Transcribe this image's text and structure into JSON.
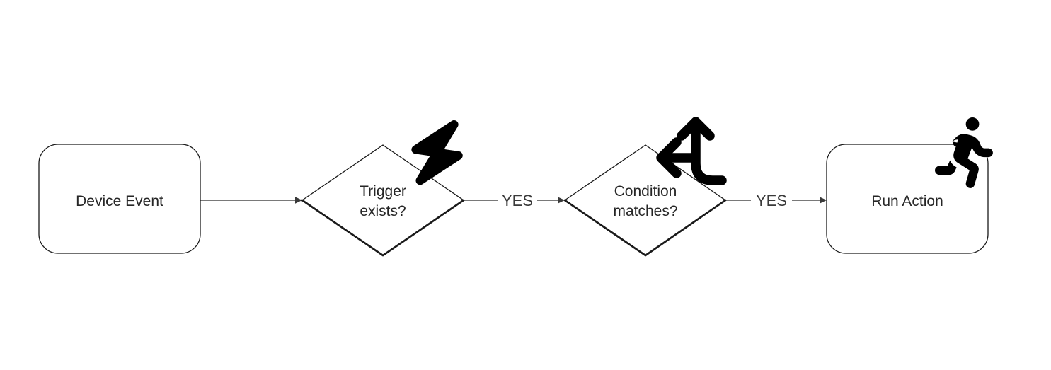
{
  "diagram": {
    "type": "flowchart",
    "background": "#ffffff",
    "nodes": [
      {
        "id": "device-event",
        "shape": "rounded-rectangle",
        "label": "Device Event"
      },
      {
        "id": "trigger-exists",
        "shape": "diamond",
        "label": "Trigger exists?",
        "label_lines": [
          "Trigger",
          "exists?"
        ],
        "icon": "bolt-icon"
      },
      {
        "id": "condition-matches",
        "shape": "diamond",
        "label": "Condition matches?",
        "label_lines": [
          "Condition",
          "matches?"
        ],
        "icon": "arrows-split-up-and-left-icon"
      },
      {
        "id": "run-action",
        "shape": "rounded-rectangle",
        "label": "Run Action",
        "icon": "person-running-icon"
      }
    ],
    "edges": [
      {
        "from": "device-event",
        "to": "trigger-exists",
        "label": ""
      },
      {
        "from": "trigger-exists",
        "to": "condition-matches",
        "label": "YES"
      },
      {
        "from": "condition-matches",
        "to": "run-action",
        "label": "YES"
      }
    ],
    "colors": {
      "node_fill": "#ffffff",
      "node_stroke": "#1a1a1a",
      "edge_stroke": "#4d4d4d",
      "arrowhead": "#3a3a3a",
      "label_text": "#262626",
      "edge_label_text": "#3a3a3a",
      "icon": "#000000"
    }
  }
}
